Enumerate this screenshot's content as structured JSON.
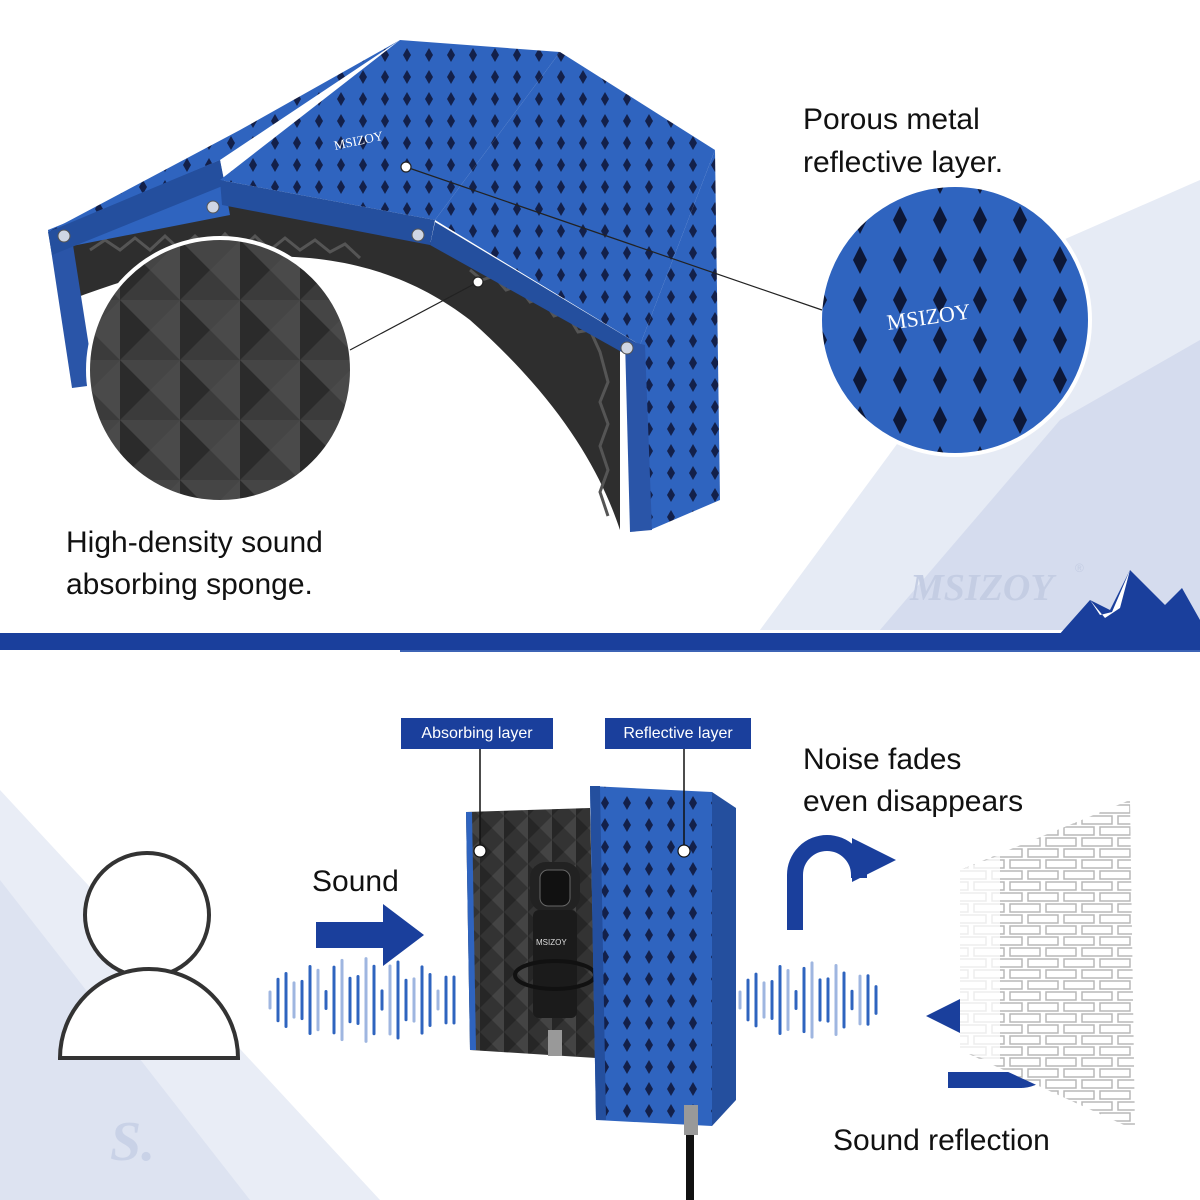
{
  "labels": {
    "porous_line1": "Porous metal",
    "porous_line2": "reflective layer.",
    "sponge_line1": "High-density sound",
    "sponge_line2": "absorbing sponge.",
    "absorbing_tag": "Absorbing layer",
    "reflective_tag": "Reflective layer",
    "noise_line1": "Noise fades",
    "noise_line2": "even disappears",
    "sound": "Sound",
    "sound_reflection": "Sound reflection"
  },
  "brand": {
    "logo_text": "MSIZOY",
    "registered_mark": "®"
  },
  "colors": {
    "panel_blue": "#2f64bf",
    "brand_navy": "#1a3f9c",
    "foam": "#3b3b3b",
    "text": "#111111"
  }
}
